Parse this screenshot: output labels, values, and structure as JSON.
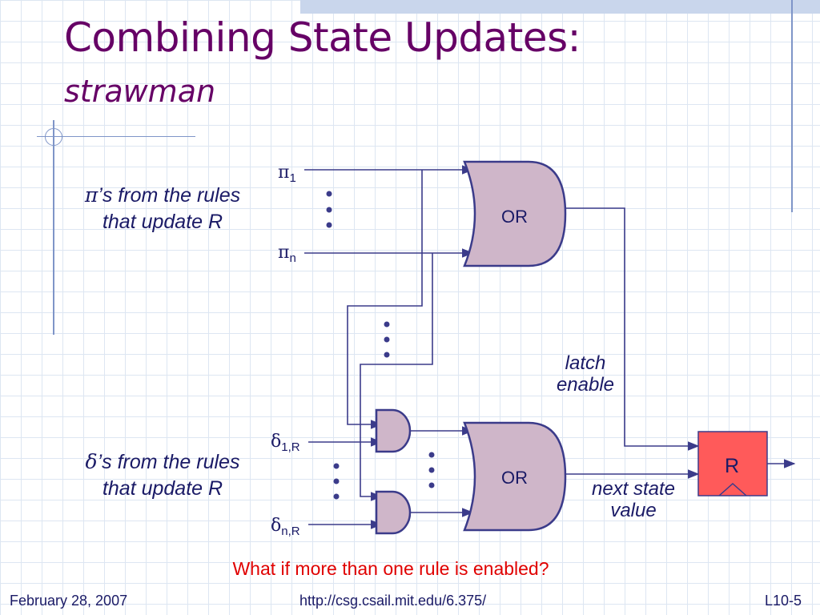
{
  "slide": {
    "title": "Combining State Updates:",
    "subtitle": "strawman",
    "pi_note": {
      "symbol": "π",
      "line1": "’s from the rules",
      "line2_text": "that update ",
      "line2_var": "R"
    },
    "delta_note": {
      "symbol": "δ",
      "line1": "’s from the rules",
      "line2_text": "that update ",
      "line2_var": "R"
    },
    "question": "What if more than one rule is enabled?"
  },
  "diagram": {
    "or_gate_top_label": "OR",
    "or_gate_bottom_label": "OR",
    "register_label": "R",
    "latch_enable_line1": "latch",
    "latch_enable_line2": "enable",
    "next_state_line1": "next state",
    "next_state_line2": "value",
    "inputs": {
      "pi_symbol": "π",
      "pi_first_sub": "1",
      "pi_last_sub": "n",
      "delta_symbol": "δ",
      "delta_first_sub": "1,R",
      "delta_last_sub": "n,R"
    }
  },
  "footer": {
    "date": "February 28, 2007",
    "url": "http://csg.csail.mit.edu/6.375/",
    "slide_number": "L10-5"
  },
  "colors": {
    "title": "#660066",
    "text": "#1a1a66",
    "wire": "#3b3b8a",
    "gate_fill": "#cfb6c9",
    "register_fill": "#ff5a5a",
    "question": "#e00000",
    "accent_band": "#c9d6ec"
  }
}
